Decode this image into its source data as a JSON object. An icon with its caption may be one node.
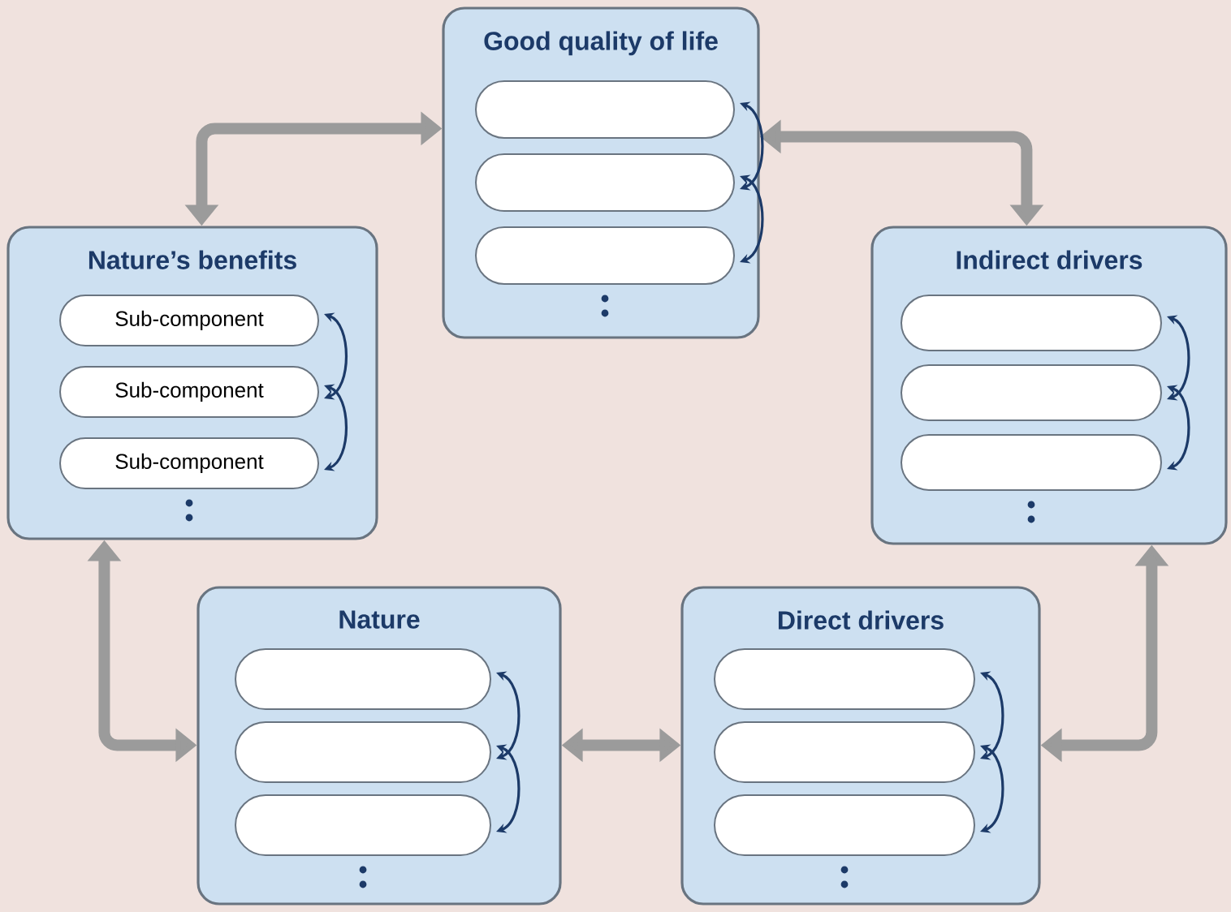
{
  "diagram": {
    "nodes": [
      {
        "text": [
          "Good quality of life"
        ]
      },
      {
        "text": [],
        "shape": "box",
        "in": 0
      },
      {
        "text": [],
        "shape": "box",
        "in": 0
      },
      {
        "text": [],
        "shape": "box",
        "in": 0
      },
      {
        "text": [
          "Nature’s benefits"
        ]
      },
      {
        "text": [
          "Sub-component"
        ],
        "in": 4
      },
      {
        "text": [
          "Sub-component"
        ],
        "in": 4
      },
      {
        "text": [
          "Sub-component"
        ],
        "in": 4
      },
      {
        "text": [
          "Indirect drivers"
        ]
      },
      {
        "text": [],
        "shape": "box",
        "in": 8
      },
      {
        "text": [],
        "shape": "box",
        "in": 8
      },
      {
        "text": [],
        "shape": "box",
        "in": 8
      },
      {
        "text": [
          "Nature"
        ]
      },
      {
        "text": [],
        "shape": "box",
        "in": 12
      },
      {
        "text": [],
        "shape": "box",
        "in": 12
      },
      {
        "text": [],
        "shape": "box",
        "in": 12
      },
      {
        "text": [
          "Direct drivers"
        ]
      },
      {
        "text": [],
        "shape": "box",
        "in": 16
      },
      {
        "text": [],
        "shape": "box",
        "in": 16
      },
      {
        "text": [],
        "shape": "box",
        "in": 16
      }
    ],
    "edges": [
      {
        "from": 0,
        "to": 4,
        "arrow": "both",
        "style": "thick",
        "color": "#9b9b9b"
      },
      {
        "from": 0,
        "to": 8,
        "arrow": "both",
        "style": "thick",
        "color": "#9b9b9b"
      },
      {
        "from": 4,
        "to": 12,
        "arrow": "both",
        "style": "thick",
        "color": "#9b9b9b"
      },
      {
        "from": 12,
        "to": 16,
        "arrow": "both",
        "style": "thick",
        "color": "#9b9b9b"
      },
      {
        "from": 16,
        "to": 8,
        "arrow": "both",
        "style": "thick",
        "color": "#9b9b9b"
      },
      {
        "from": 1,
        "to": 2,
        "arrow": "both"
      },
      {
        "from": 2,
        "to": 3,
        "arrow": "both"
      },
      {
        "from": 5,
        "to": 6,
        "arrow": "both"
      },
      {
        "from": 6,
        "to": 7,
        "arrow": "both"
      },
      {
        "from": 9,
        "to": 10,
        "arrow": "both"
      },
      {
        "from": 10,
        "to": 11,
        "arrow": "both"
      },
      {
        "from": 13,
        "to": 14,
        "arrow": "both"
      },
      {
        "from": 14,
        "to": 15,
        "arrow": "both"
      },
      {
        "from": 17,
        "to": 18,
        "arrow": "both"
      },
      {
        "from": 18,
        "to": 19,
        "arrow": "both"
      }
    ]
  }
}
